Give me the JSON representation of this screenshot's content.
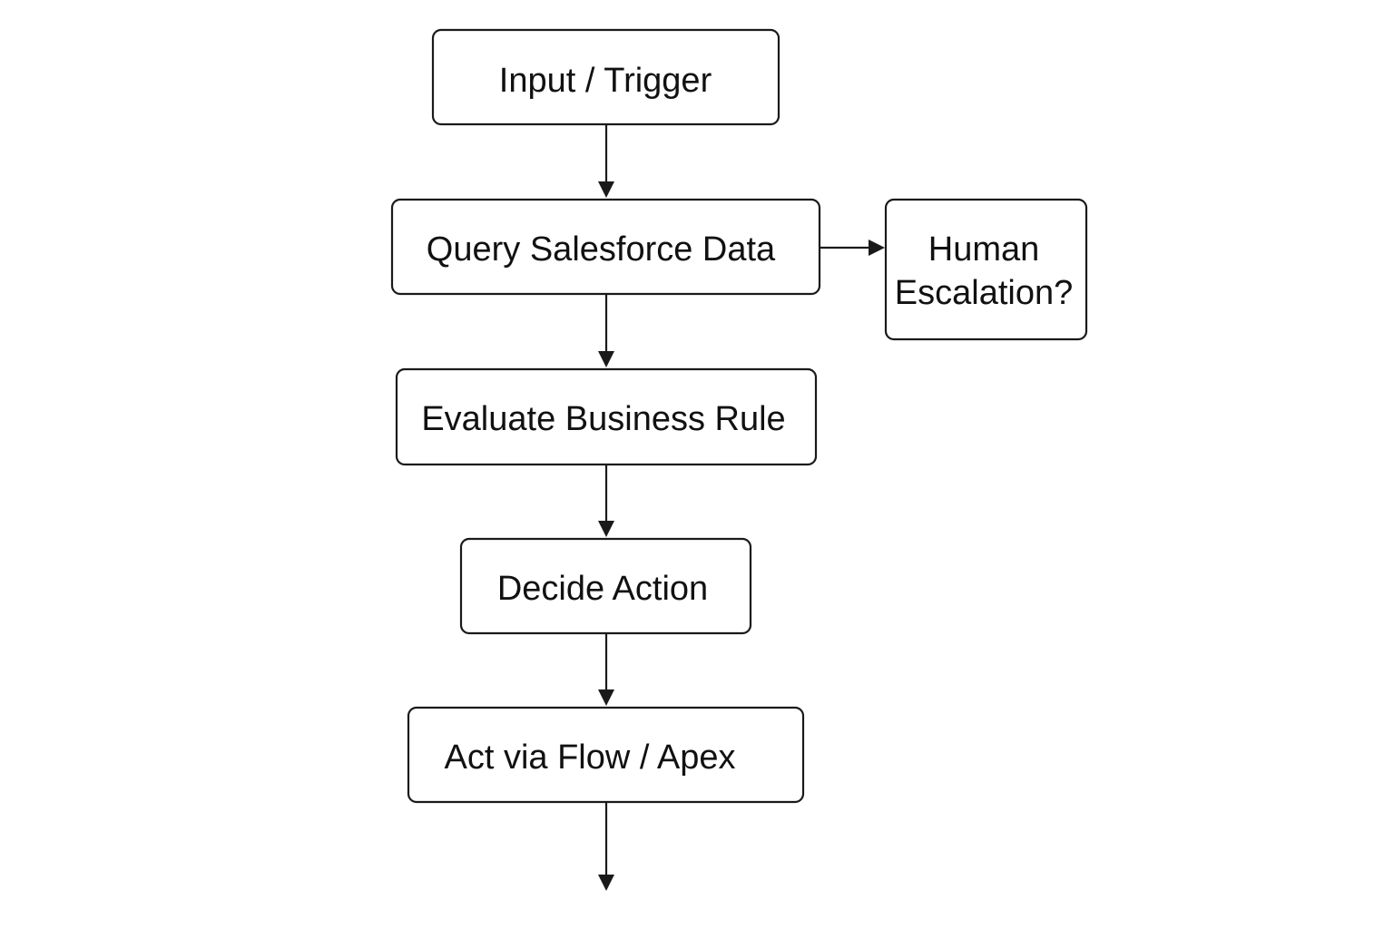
{
  "diagram": {
    "type": "flowchart",
    "nodes": [
      {
        "id": "input-trigger",
        "lines": [
          "Input / Trigger"
        ]
      },
      {
        "id": "query-salesforce-data",
        "lines": [
          "Query Salesforce Data"
        ]
      },
      {
        "id": "human-escalation",
        "lines": [
          "Human",
          "Escalation?"
        ]
      },
      {
        "id": "evaluate-business-rule",
        "lines": [
          "Evaluate Business Rule"
        ]
      },
      {
        "id": "decide-action",
        "lines": [
          "Decide Action"
        ]
      },
      {
        "id": "act-via-flow-apex",
        "lines": [
          "Act via Flow / Apex"
        ]
      }
    ],
    "edges": [
      {
        "id": "edge-input-to-query",
        "from": "input-trigger",
        "to": "query-salesforce-data"
      },
      {
        "id": "edge-query-to-escalation",
        "from": "query-salesforce-data",
        "to": "human-escalation"
      },
      {
        "id": "edge-query-to-evaluate",
        "from": "query-salesforce-data",
        "to": "evaluate-business-rule"
      },
      {
        "id": "edge-evaluate-to-decide",
        "from": "evaluate-business-rule",
        "to": "decide-action"
      },
      {
        "id": "edge-decide-to-act",
        "from": "decide-action",
        "to": "act-via-flow-apex"
      },
      {
        "id": "edge-act-out",
        "from": "act-via-flow-apex",
        "to": ""
      }
    ],
    "colors": {
      "stroke": "#1a1a1a",
      "text": "#111111",
      "fill": "#ffffff"
    }
  }
}
